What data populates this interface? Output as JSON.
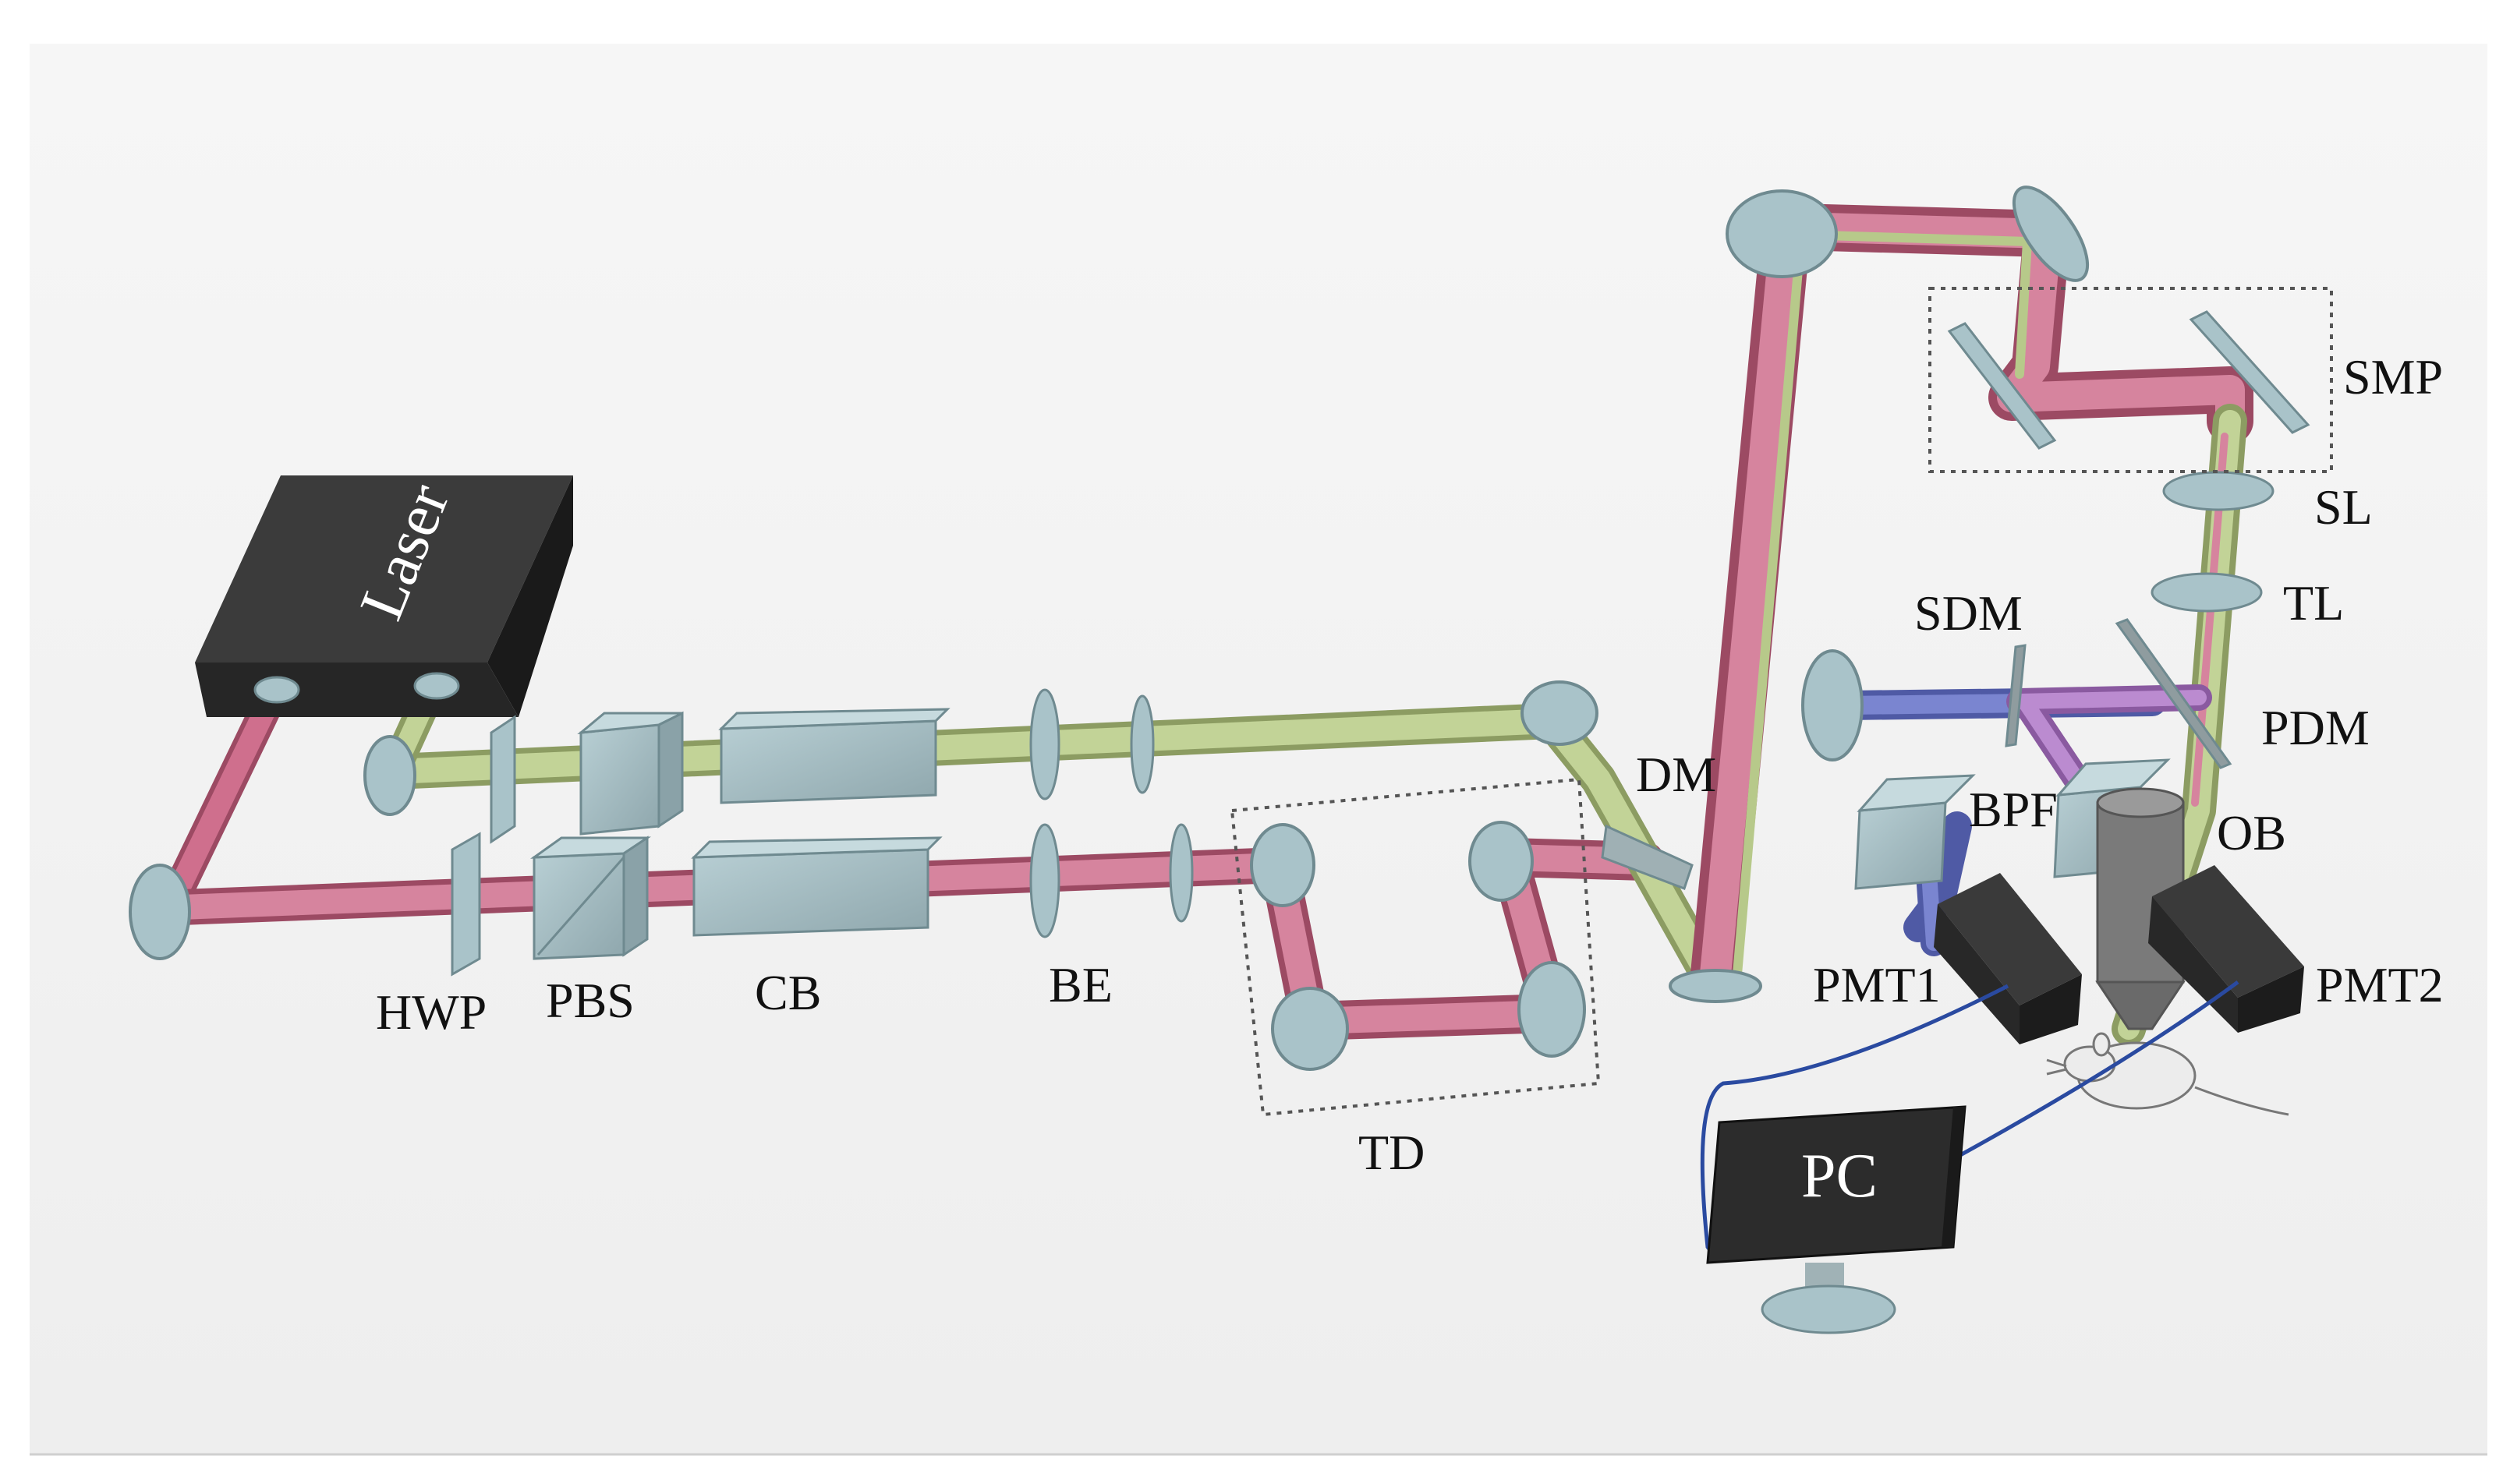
{
  "diagram": {
    "components": {
      "laser": "Laser",
      "hwp": "HWP",
      "pbs": "PBS",
      "cb": "CB",
      "be": "BE",
      "td": "TD",
      "dm": "DM",
      "smp": "SMP",
      "sl": "SL",
      "tl": "TL",
      "sdm": "SDM",
      "pdm": "PDM",
      "bpf": "BPF",
      "ob": "OB",
      "pmt1": "PMT1",
      "pmt2": "PMT2",
      "pc": "PC"
    },
    "colors": {
      "beam_red": "#cf6f8d",
      "beam_green": "#b7c98a",
      "beam_blue": "#7078c4",
      "beam_purple": "#b07cc2",
      "optic": "#a9c3c9",
      "device_dark": "#2c2c2c",
      "background": "#f3f3f3",
      "cable": "#2a4aa0"
    }
  }
}
